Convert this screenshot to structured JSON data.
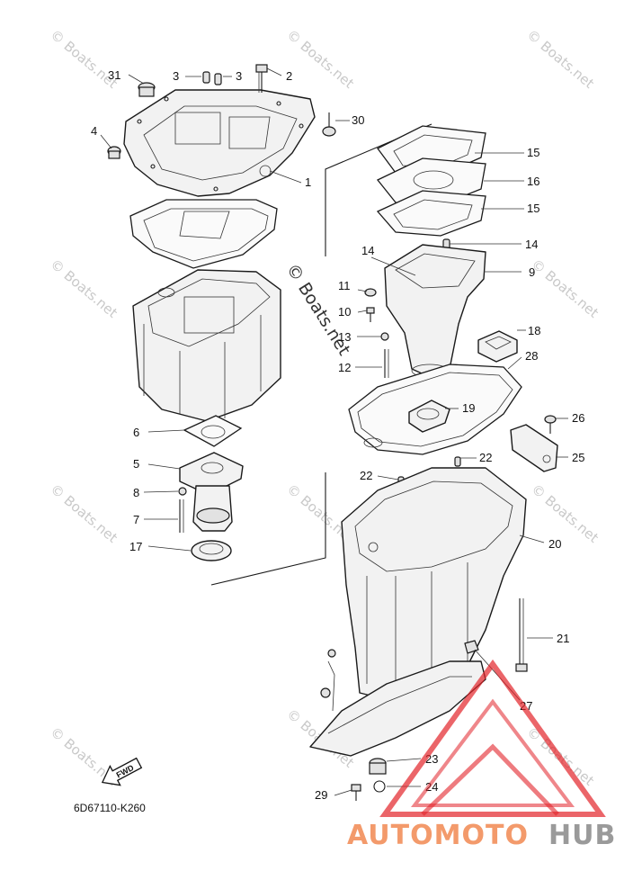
{
  "diagram_code": "6D67110-K260",
  "fwd_label": "FWD",
  "watermark_text": "© Boats.net",
  "center_watermark_text": "© Boats.net",
  "logo": {
    "part1": "AUTOMOTO",
    "part2": "HUB",
    "color_primary": "#f39a6b",
    "color_secondary": "#9a9a9a",
    "triangle_color": "#e2232a"
  },
  "callouts": [
    {
      "id": "c31",
      "label": "31"
    },
    {
      "id": "c3a",
      "label": "3"
    },
    {
      "id": "c3b",
      "label": "3"
    },
    {
      "id": "c2",
      "label": "2"
    },
    {
      "id": "c30",
      "label": "30"
    },
    {
      "id": "c4",
      "label": "4"
    },
    {
      "id": "c1",
      "label": "1"
    },
    {
      "id": "c15a",
      "label": "15"
    },
    {
      "id": "c16",
      "label": "16"
    },
    {
      "id": "c15b",
      "label": "15"
    },
    {
      "id": "c14a",
      "label": "14"
    },
    {
      "id": "c14b",
      "label": "14"
    },
    {
      "id": "c9",
      "label": "9"
    },
    {
      "id": "c11",
      "label": "11"
    },
    {
      "id": "c10",
      "label": "10"
    },
    {
      "id": "c13",
      "label": "13"
    },
    {
      "id": "c18",
      "label": "18"
    },
    {
      "id": "c12",
      "label": "12"
    },
    {
      "id": "c28",
      "label": "28"
    },
    {
      "id": "c19",
      "label": "19"
    },
    {
      "id": "c6",
      "label": "6"
    },
    {
      "id": "c26",
      "label": "26"
    },
    {
      "id": "c25",
      "label": "25"
    },
    {
      "id": "c5",
      "label": "5"
    },
    {
      "id": "c22a",
      "label": "22"
    },
    {
      "id": "c22b",
      "label": "22"
    },
    {
      "id": "c8",
      "label": "8"
    },
    {
      "id": "c7",
      "label": "7"
    },
    {
      "id": "c20",
      "label": "20"
    },
    {
      "id": "c17",
      "label": "17"
    },
    {
      "id": "c21",
      "label": "21"
    },
    {
      "id": "c27",
      "label": "27"
    },
    {
      "id": "c23",
      "label": "23"
    },
    {
      "id": "c24",
      "label": "24"
    },
    {
      "id": "c29",
      "label": "29"
    }
  ]
}
